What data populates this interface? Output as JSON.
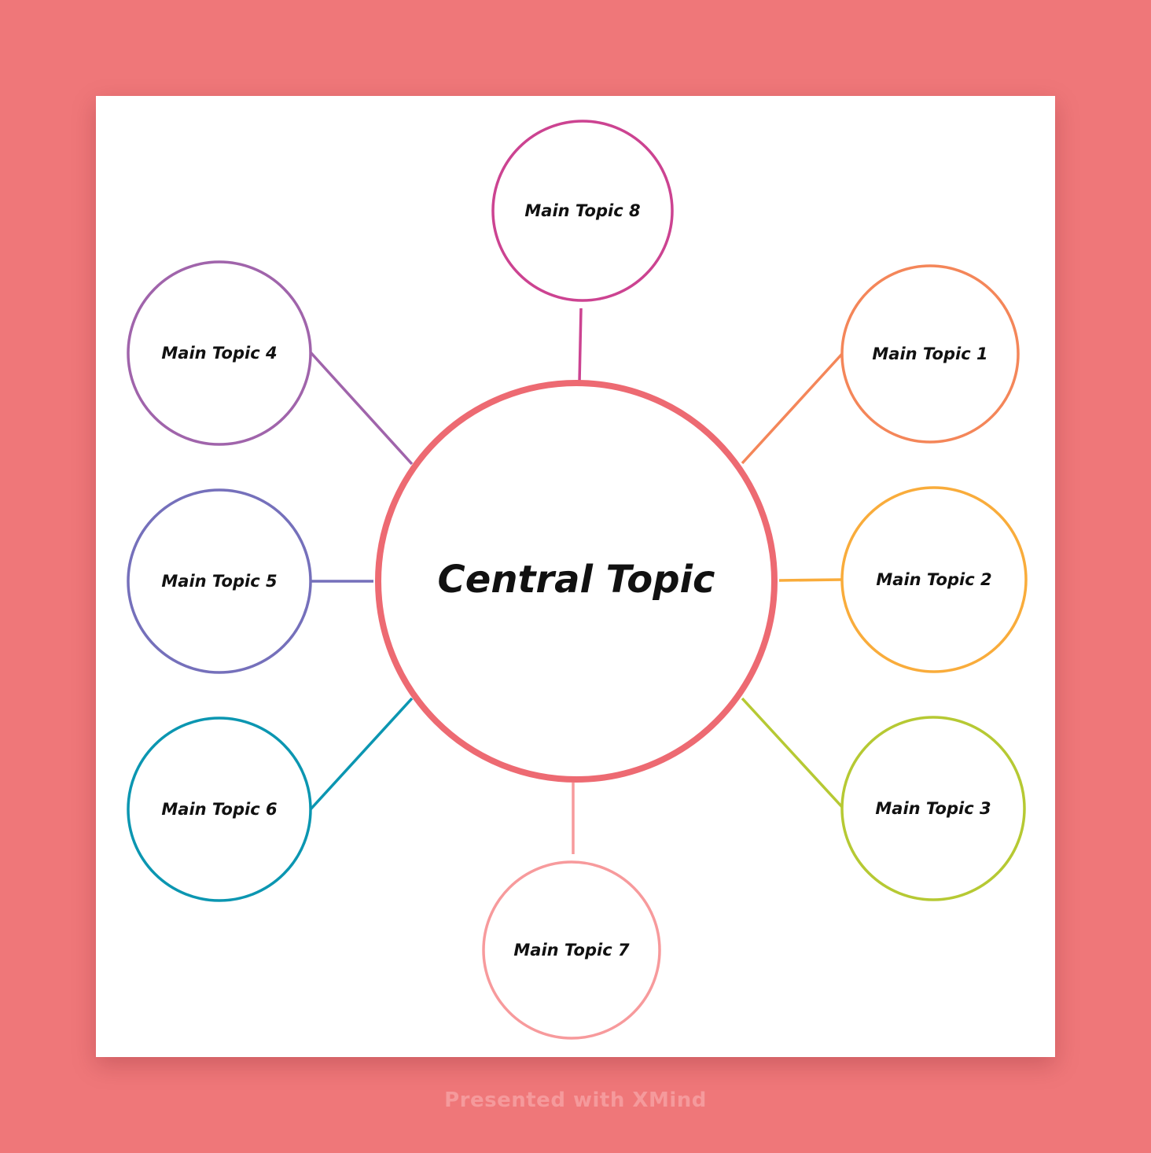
{
  "diagram": {
    "central_topic": "Central Topic",
    "central_color": "#ed6a72",
    "topics": [
      {
        "label": "Main Topic 1",
        "color": "#f48659"
      },
      {
        "label": "Main Topic 2",
        "color": "#f9ac3b"
      },
      {
        "label": "Main Topic 3",
        "color": "#b6c933"
      },
      {
        "label": "Main Topic 4",
        "color": "#a064ab"
      },
      {
        "label": "Main Topic 5",
        "color": "#7570bb"
      },
      {
        "label": "Main Topic 6",
        "color": "#0b96b1"
      },
      {
        "label": "Main Topic 7",
        "color": "#f79a9c"
      },
      {
        "label": "Main Topic 8",
        "color": "#cc4391"
      }
    ]
  },
  "footer": {
    "text": "Presented with XMind"
  }
}
